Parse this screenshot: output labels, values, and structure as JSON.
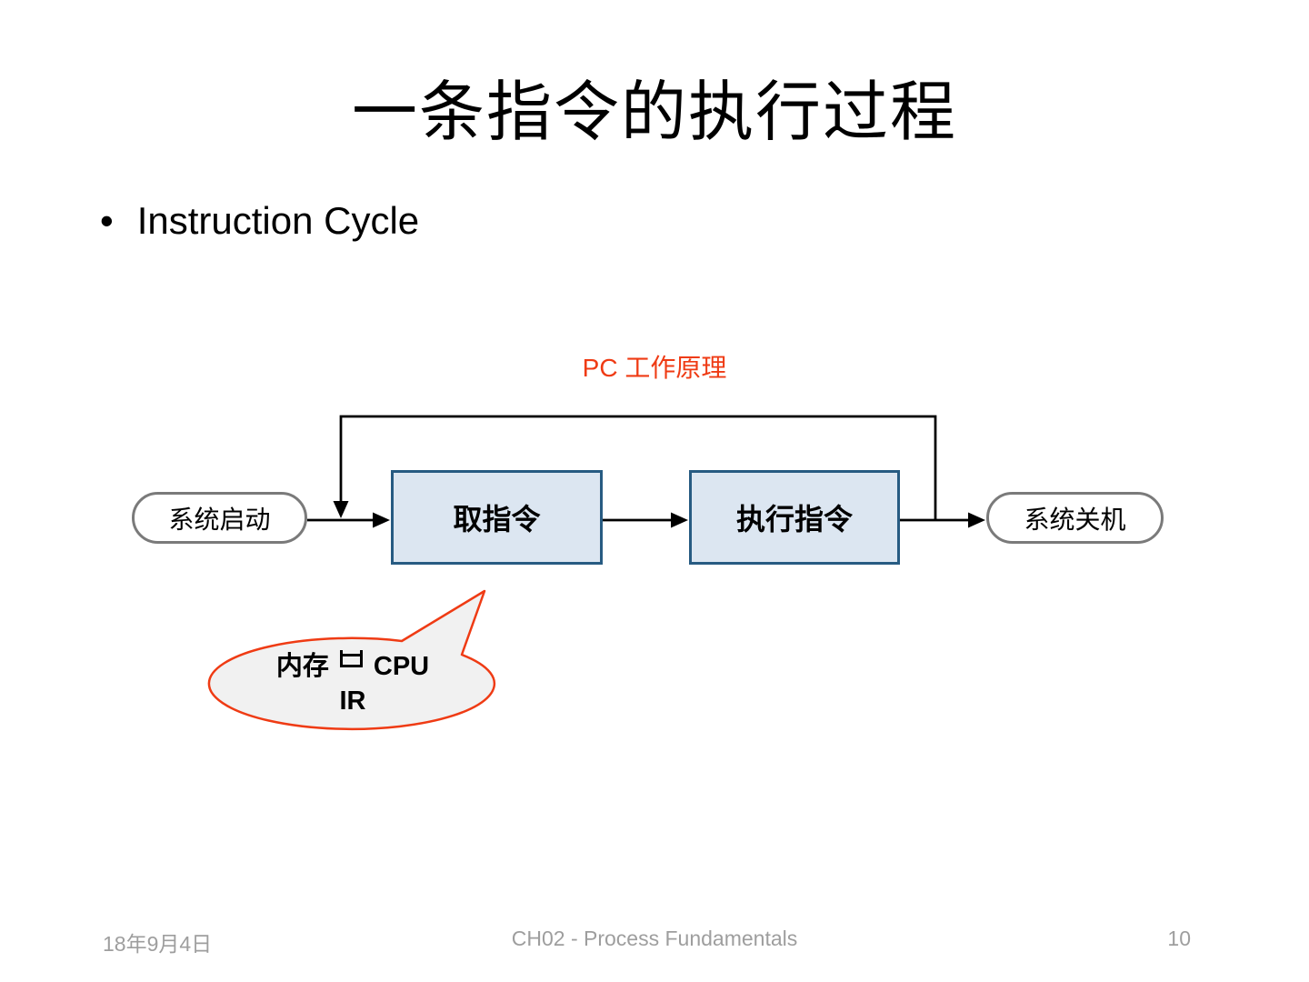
{
  "slide": {
    "title": "一条指令的执行过程",
    "bullet_marker": "•",
    "bullet": "Instruction Cycle"
  },
  "diagram": {
    "label": "PC 工作原理",
    "nodes": {
      "start": "系统启动",
      "fetch": "取指令",
      "execute": "执行指令",
      "shutdown": "系统关机"
    },
    "callout": {
      "line1_prefix": "内存",
      "transfer_symbol": "memory-to-cpu-transfer",
      "line1_suffix": "CPU",
      "line2": "IR"
    }
  },
  "footer": {
    "date": "18年9月4日",
    "center": "CH02 - Process Fundamentals",
    "page": "10"
  },
  "colors": {
    "accent_red": "#ef3b14",
    "box_fill": "#dce6f1",
    "box_border": "#275b82",
    "pill_border": "#7a7a7a",
    "bubble_fill": "#f1f1f1",
    "footer_gray": "#9e9e9e",
    "line_black": "#000000"
  }
}
